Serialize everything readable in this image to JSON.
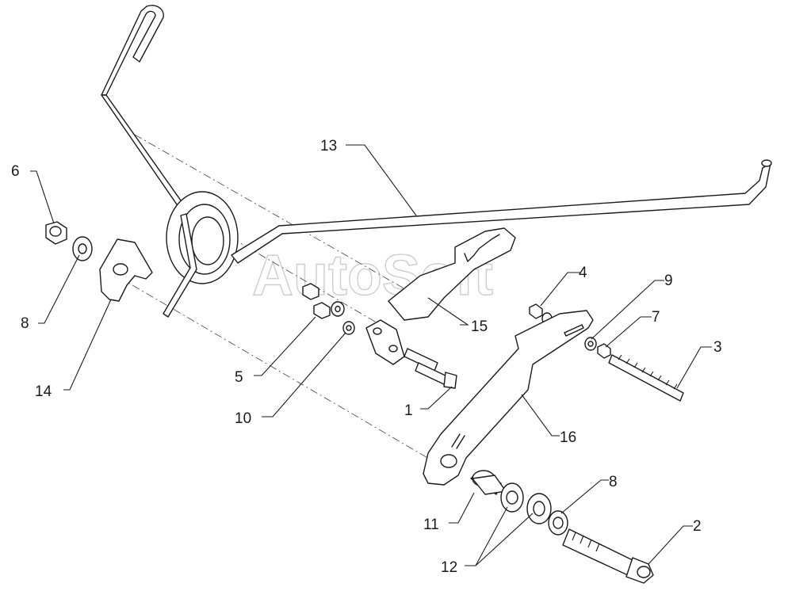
{
  "watermark": "AutoSoft",
  "callouts": {
    "c1": "1",
    "c2": "2",
    "c3": "3",
    "c4": "4",
    "c5": "5",
    "c6": "6",
    "c7": "7",
    "c8a": "8",
    "c8b": "8",
    "c9": "9",
    "c10": "10",
    "c11": "11",
    "c12": "12",
    "c13": "13",
    "c14": "14",
    "c15": "15",
    "c16": "16"
  }
}
